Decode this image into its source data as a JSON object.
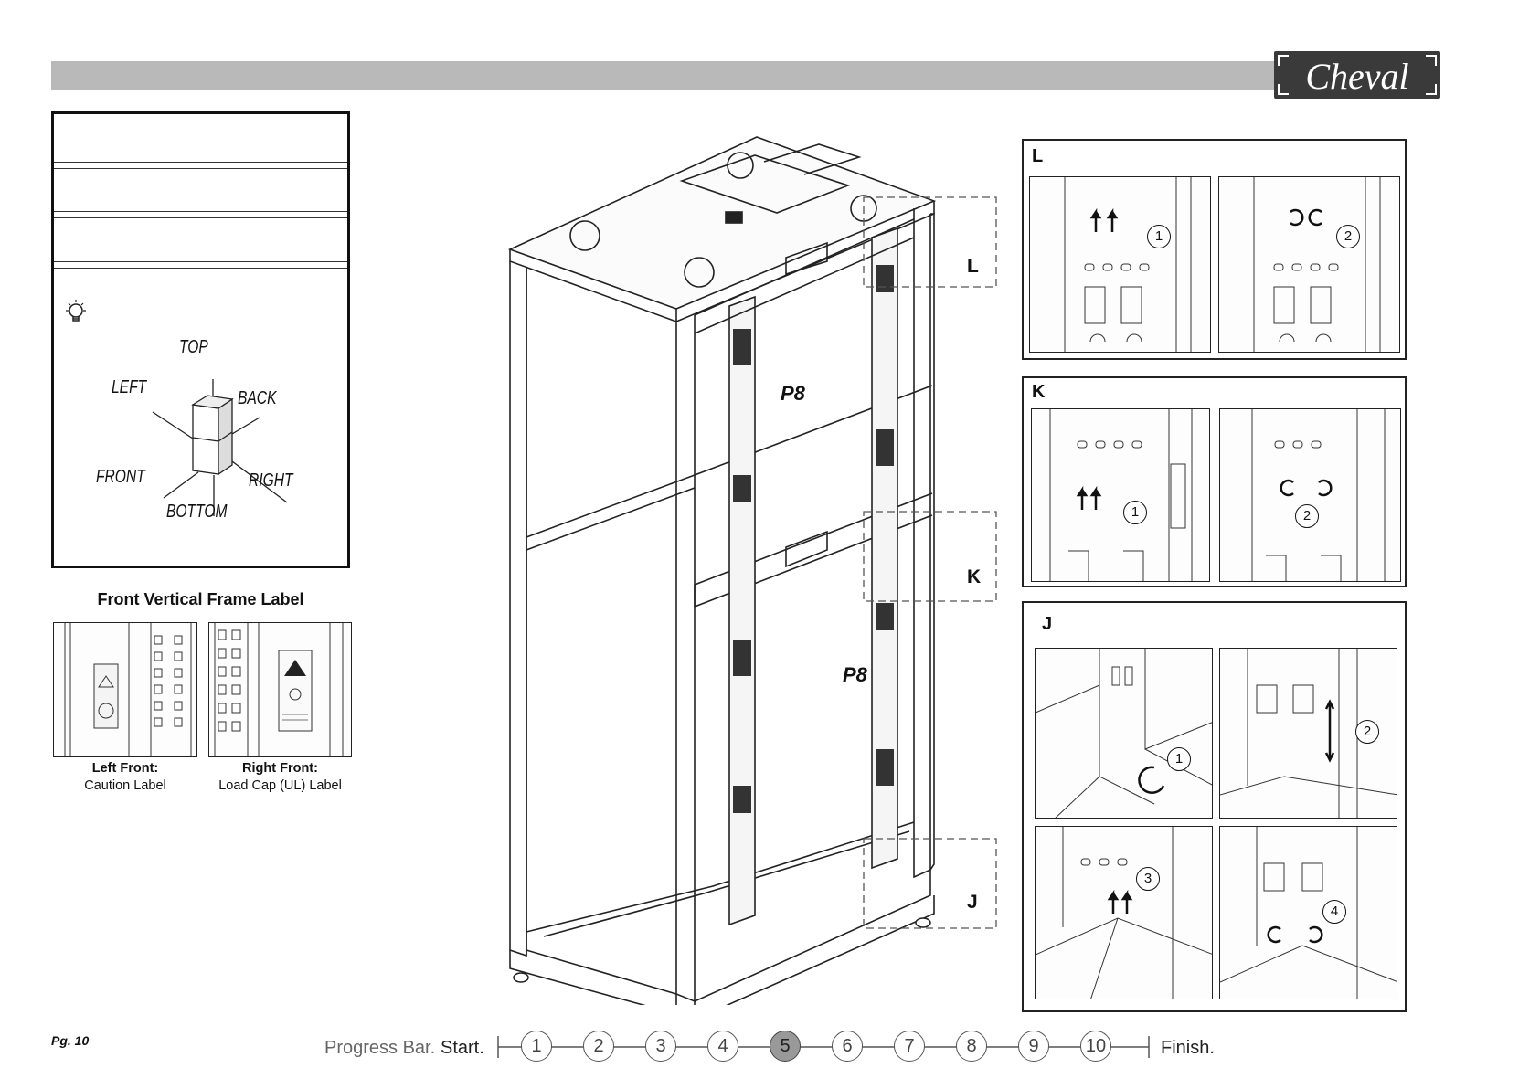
{
  "header": {
    "brand": "Cheval"
  },
  "notes": {
    "tip_icon": "lightbulb-icon"
  },
  "orientation": {
    "top": "TOP",
    "left": "LEFT",
    "back": "BACK",
    "front": "FRONT",
    "right": "RIGHT",
    "bottom": "BOTTOM"
  },
  "frame_label": {
    "title": "Front Vertical Frame Label",
    "left": {
      "title": "Left Front:",
      "sub": "Caution Label"
    },
    "right": {
      "title": "Right Front:",
      "sub": "Load Cap (UL) Label"
    }
  },
  "rack": {
    "part_top": "P8",
    "part_bottom": "P8",
    "callouts": [
      "L",
      "K",
      "J"
    ]
  },
  "details": {
    "L": {
      "letter": "L",
      "steps": [
        "1",
        "2"
      ]
    },
    "K": {
      "letter": "K",
      "steps": [
        "1",
        "2"
      ]
    },
    "J": {
      "letter": "J",
      "steps": [
        "1",
        "2",
        "3",
        "4"
      ]
    }
  },
  "footer": {
    "page": "Pg. 10",
    "progress_label": "Progress Bar.",
    "start": "Start.",
    "finish": "Finish.",
    "steps": [
      "1",
      "2",
      "3",
      "4",
      "5",
      "6",
      "7",
      "8",
      "9",
      "10"
    ],
    "current_step": 5
  }
}
